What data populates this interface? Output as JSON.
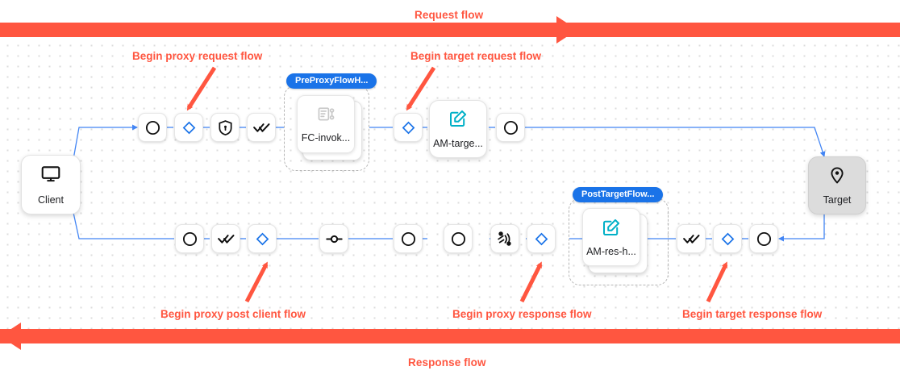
{
  "banners": {
    "request_label": "Request flow",
    "response_label": "Response flow",
    "color": "#ff5640"
  },
  "callouts": [
    {
      "id": "begin-proxy-request-flow",
      "label": "Begin proxy request flow"
    },
    {
      "id": "begin-target-request-flow",
      "label": "Begin target request flow"
    },
    {
      "id": "begin-proxy-post-client-flow",
      "label": "Begin proxy post client flow"
    },
    {
      "id": "begin-proxy-response-flow",
      "label": "Begin proxy response flow"
    },
    {
      "id": "begin-target-response-flow",
      "label": "Begin target response flow"
    }
  ],
  "endpoints": {
    "client": {
      "label": "Client",
      "icon": "monitor-icon"
    },
    "target": {
      "label": "Target",
      "icon": "map-pin-icon"
    }
  },
  "groups": [
    {
      "id": "preproxyflowhook-group",
      "badge": "PreProxyFlowH...",
      "node_label": "FC-invok...",
      "node_icon": "flow-callout-icon"
    },
    {
      "id": "posttargetflow-group",
      "badge": "PostTargetFlow...",
      "node_label": "AM-res-h...",
      "node_icon": "assign-message-icon"
    }
  ],
  "policies": [
    {
      "id": "am-target",
      "label": "AM-targe...",
      "icon": "assign-message-icon",
      "accent": "#00b0c7"
    }
  ],
  "request_row_icons": [
    {
      "id": "req-step-1",
      "icon": "circle-icon",
      "variant": "black"
    },
    {
      "id": "req-step-2",
      "icon": "diamond-icon",
      "variant": "blue"
    },
    {
      "id": "req-step-3",
      "icon": "shield-lock-icon",
      "variant": "black"
    },
    {
      "id": "req-step-4",
      "icon": "double-check-icon",
      "variant": "black"
    },
    {
      "id": "req-step-5",
      "icon": "diamond-icon",
      "variant": "blue"
    },
    {
      "id": "req-step-6",
      "icon": "circle-icon",
      "variant": "black"
    }
  ],
  "response_row_icons": [
    {
      "id": "res-step-1",
      "icon": "circle-icon",
      "variant": "black"
    },
    {
      "id": "res-step-2",
      "icon": "double-check-icon",
      "variant": "black"
    },
    {
      "id": "res-step-3",
      "icon": "diamond-icon",
      "variant": "blue"
    },
    {
      "id": "res-step-4",
      "icon": "endpoint-icon",
      "variant": "black"
    },
    {
      "id": "res-step-5",
      "icon": "circle-icon",
      "variant": "black"
    },
    {
      "id": "res-step-6",
      "icon": "circle-icon",
      "variant": "black"
    },
    {
      "id": "res-step-7",
      "icon": "fault-rule-icon",
      "variant": "black"
    },
    {
      "id": "res-step-8",
      "icon": "diamond-icon",
      "variant": "blue"
    },
    {
      "id": "res-step-9",
      "icon": "double-check-icon",
      "variant": "black"
    },
    {
      "id": "res-step-10",
      "icon": "diamond-icon",
      "variant": "blue"
    },
    {
      "id": "res-step-11",
      "icon": "circle-icon",
      "variant": "black"
    }
  ],
  "colors": {
    "edge": "#4285f4",
    "accent_blue": "#1a73e8",
    "accent_teal": "#00b0c7",
    "grid_dot": "#dcdcdc",
    "gray_node": "#dcdcdc"
  }
}
